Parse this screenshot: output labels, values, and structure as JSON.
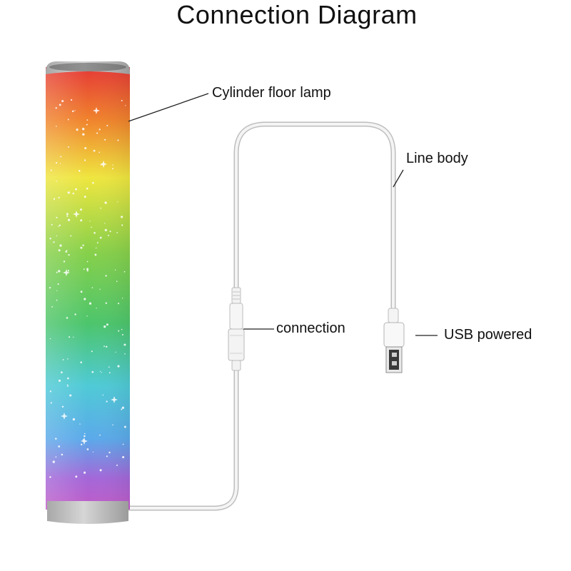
{
  "title": "Connection Diagram",
  "labels": {
    "lamp": "Cylinder floor lamp",
    "line_body": "Line body",
    "connection": "connection",
    "usb": "USB powered"
  },
  "colors": {
    "lamp_gradient": [
      "#e8403a",
      "#f08a2e",
      "#ece540",
      "#8ed24a",
      "#4bc46a",
      "#4cc9d6",
      "#5aa8ea",
      "#a867d6",
      "#c35bc8"
    ],
    "cable": "#eeeeee",
    "base": "#b9b9b9",
    "leader": "#222222"
  }
}
